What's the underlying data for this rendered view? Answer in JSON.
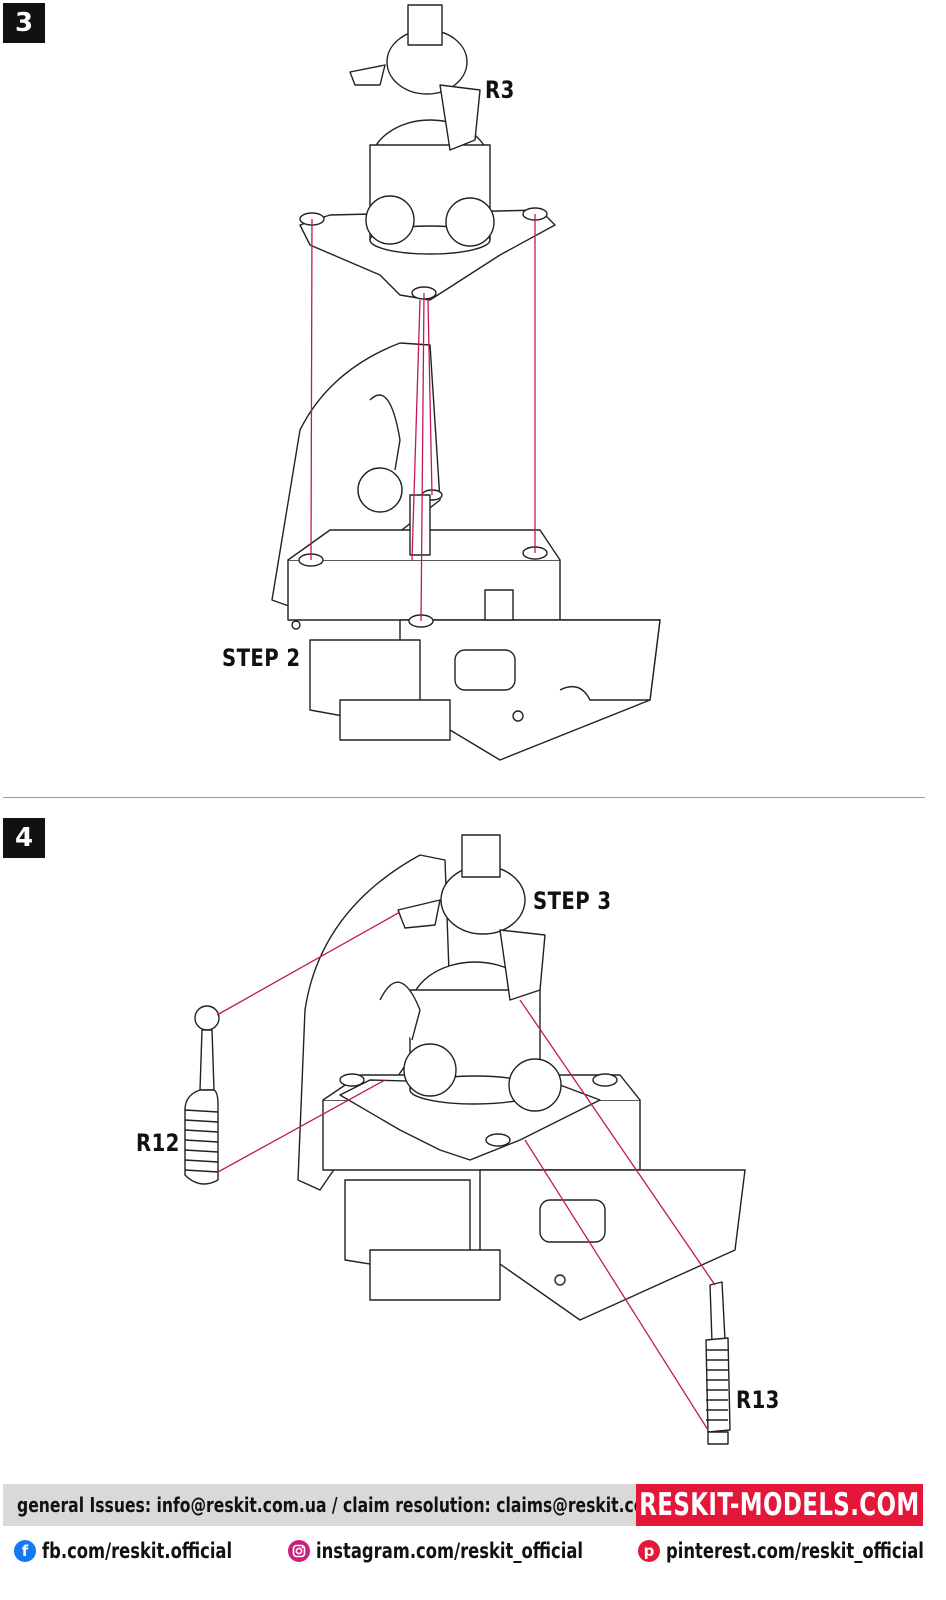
{
  "steps": {
    "step3": {
      "number": "3",
      "labels": {
        "r3": "R3",
        "step2": "STEP 2"
      }
    },
    "step4": {
      "number": "4",
      "labels": {
        "step3": "STEP 3",
        "r12": "R12",
        "r13": "R13"
      }
    }
  },
  "footer": {
    "contact_text": "general Issues: info@reskit.com.ua / claim resolution: claims@reskit.com.ua",
    "brand": "RESKIT-MODELS.COM",
    "social": [
      {
        "icon": "facebook-icon",
        "text": "fb.com/reskit.official"
      },
      {
        "icon": "instagram-icon",
        "text": "instagram.com/reskit_official"
      },
      {
        "icon": "pinterest-icon",
        "text": "pinterest.com/reskit_official"
      }
    ]
  },
  "colors": {
    "guide_line": "#c2185b",
    "brand": "#e4173a",
    "footer_bar": "#d9d9d9",
    "badge": "#111111"
  }
}
